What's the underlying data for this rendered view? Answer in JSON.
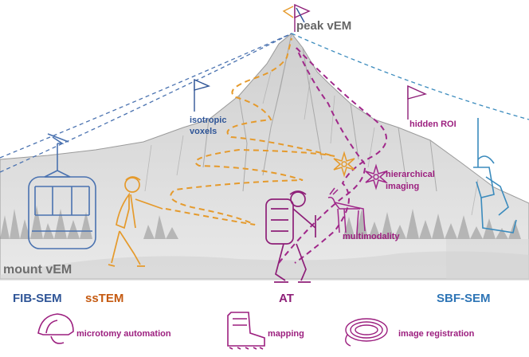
{
  "labels": {
    "peak": "peak vEM",
    "mount": "mount vEM",
    "isotropic_line1": "isotropic",
    "isotropic_line2": "voxels",
    "hidden_roi": "hidden ROI",
    "hierarchical_line1": "hierarchical",
    "hierarchical_line2": "imaging",
    "multimodality": "multimodality"
  },
  "methods": {
    "fib_sem": "FIB-SEM",
    "sstem": "ssTEM",
    "at": "AT",
    "sbf_sem": "SBF-SEM"
  },
  "legend": {
    "microtomy": "microtomy automation",
    "mapping": "mapping",
    "registration": "image registration"
  },
  "colors": {
    "fib_blue": "#2f5597",
    "sstem_orange": "#c55a11",
    "at_purple": "#8e1f78",
    "sbf_blue": "#2e75b6",
    "trail_orange": "#e59a2c",
    "trail_purple": "#a0288a",
    "mountain_gray": "#b8b8b8"
  },
  "icons": [
    "gondola-icon",
    "hiker-icon",
    "climber-icon",
    "deer-icon",
    "edelweiss-icon",
    "chairlift-icon",
    "flag-icon",
    "helmet-icon",
    "boot-icon",
    "rope-icon"
  ]
}
